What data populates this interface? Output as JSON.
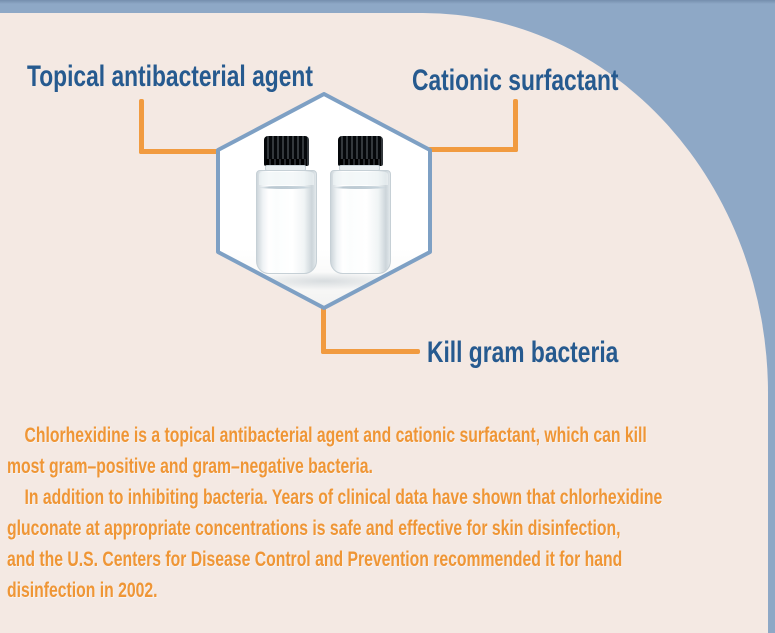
{
  "theme": {
    "background_blue": "#8ea8c6",
    "panel_pink": "#f4e9e3",
    "label_blue": "#265a8f",
    "accent_orange": "#ef9636",
    "hexagon_border": "#7ea0c4"
  },
  "callouts": {
    "topical": "Topical antibacterial agent",
    "cationic": "Cationic surfactant",
    "kill": "Kill gram bacteria"
  },
  "description": {
    "lines": [
      "    Chlorhexidine is a topical antibacterial agent and cationic surfactant, which can kill",
      "most gram–positive and gram–negative bacteria.",
      "    In addition to inhibiting bacteria. Years of clinical data have shown that chlorhexidine",
      "gluconate at appropriate concentrations is safe and effective for skin disinfection,",
      "and the U.S. Centers for Disease Control and Prevention recommended it for hand",
      "disinfection in 2002."
    ]
  },
  "illustration": {
    "name": "chlorhexidine-sample-vials",
    "vial_count": 2
  }
}
